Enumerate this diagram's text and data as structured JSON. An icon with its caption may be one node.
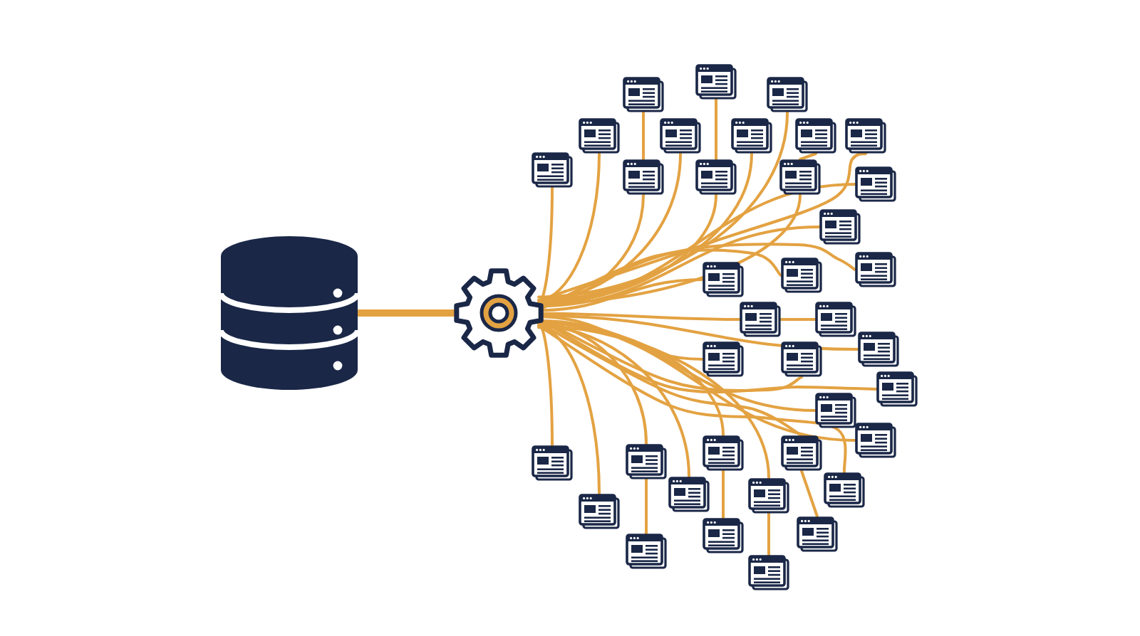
{
  "diagram": {
    "nodes": [
      {
        "text": [],
        "shape": "cylinder"
      },
      {
        "text": [],
        "shape": "gear"
      },
      {
        "text": [],
        "shape": "window"
      },
      {
        "text": [],
        "shape": "window"
      },
      {
        "text": [],
        "shape": "window"
      },
      {
        "text": [],
        "shape": "window"
      },
      {
        "text": [],
        "shape": "window"
      },
      {
        "text": [],
        "shape": "window"
      },
      {
        "text": [],
        "shape": "window"
      },
      {
        "text": [],
        "shape": "window"
      },
      {
        "text": [],
        "shape": "window"
      },
      {
        "text": [],
        "shape": "window"
      },
      {
        "text": [],
        "shape": "window"
      },
      {
        "text": [],
        "shape": "window"
      },
      {
        "text": [],
        "shape": "window"
      },
      {
        "text": [],
        "shape": "window"
      },
      {
        "text": [],
        "shape": "window"
      },
      {
        "text": [],
        "shape": "window"
      },
      {
        "text": [],
        "shape": "window"
      },
      {
        "text": [],
        "shape": "window"
      },
      {
        "text": [],
        "shape": "window"
      },
      {
        "text": [],
        "shape": "window"
      },
      {
        "text": [],
        "shape": "window"
      },
      {
        "text": [],
        "shape": "window"
      },
      {
        "text": [],
        "shape": "window"
      },
      {
        "text": [],
        "shape": "window"
      },
      {
        "text": [],
        "shape": "window"
      },
      {
        "text": [],
        "shape": "window"
      },
      {
        "text": [],
        "shape": "window"
      },
      {
        "text": [],
        "shape": "window"
      },
      {
        "text": [],
        "shape": "window"
      },
      {
        "text": [],
        "shape": "window"
      },
      {
        "text": [],
        "shape": "window"
      },
      {
        "text": [],
        "shape": "window"
      },
      {
        "text": [],
        "shape": "window"
      },
      {
        "text": [],
        "shape": "window"
      },
      {
        "text": [],
        "shape": "window"
      },
      {
        "text": [],
        "shape": "window"
      },
      {
        "text": [],
        "shape": "window"
      }
    ],
    "edges": [
      {
        "from": 0,
        "to": 1,
        "arrow": "none",
        "style": "thick"
      },
      {
        "from": 12,
        "to": 2,
        "arrow": "none"
      },
      {
        "from": 11,
        "to": 3,
        "arrow": "none"
      },
      {
        "from": 1,
        "to": 4,
        "arrow": "none"
      },
      {
        "from": 1,
        "to": 5,
        "arrow": "none"
      },
      {
        "from": 1,
        "to": 6,
        "arrow": "none"
      },
      {
        "from": 1,
        "to": 7,
        "arrow": "none"
      },
      {
        "from": 13,
        "to": 8,
        "arrow": "none"
      },
      {
        "from": 1,
        "to": 9,
        "arrow": "none"
      },
      {
        "from": 1,
        "to": 10,
        "arrow": "none"
      },
      {
        "from": 1,
        "to": 11,
        "arrow": "none"
      },
      {
        "from": 1,
        "to": 12,
        "arrow": "none"
      },
      {
        "from": 1,
        "to": 13,
        "arrow": "none"
      },
      {
        "from": 1,
        "to": 14,
        "arrow": "none"
      },
      {
        "from": 1,
        "to": 15,
        "arrow": "none"
      },
      {
        "from": 1,
        "to": 16,
        "arrow": "none"
      },
      {
        "from": 1,
        "to": 17,
        "arrow": "none"
      },
      {
        "from": 1,
        "to": 18,
        "arrow": "none"
      },
      {
        "from": 1,
        "to": 19,
        "arrow": "none"
      },
      {
        "from": 19,
        "to": 20,
        "arrow": "none"
      },
      {
        "from": 1,
        "to": 21,
        "arrow": "none"
      },
      {
        "from": 1,
        "to": 22,
        "arrow": "none"
      },
      {
        "from": 1,
        "to": 23,
        "arrow": "none"
      },
      {
        "from": 1,
        "to": 24,
        "arrow": "none"
      },
      {
        "from": 1,
        "to": 25,
        "arrow": "none"
      },
      {
        "from": 1,
        "to": 26,
        "arrow": "none"
      },
      {
        "from": 1,
        "to": 27,
        "arrow": "none"
      },
      {
        "from": 1,
        "to": 28,
        "arrow": "none"
      },
      {
        "from": 1,
        "to": 29,
        "arrow": "none"
      },
      {
        "from": 1,
        "to": 30,
        "arrow": "none"
      },
      {
        "from": 1,
        "to": 31,
        "arrow": "none"
      },
      {
        "from": 1,
        "to": 32,
        "arrow": "none"
      },
      {
        "from": 1,
        "to": 33,
        "arrow": "none"
      },
      {
        "from": 1,
        "to": 34,
        "arrow": "none"
      },
      {
        "from": 28,
        "to": 35,
        "arrow": "none"
      },
      {
        "from": 27,
        "to": 36,
        "arrow": "none"
      },
      {
        "from": 29,
        "to": 37,
        "arrow": "none"
      },
      {
        "from": 32,
        "to": 38,
        "arrow": "none"
      }
    ]
  }
}
